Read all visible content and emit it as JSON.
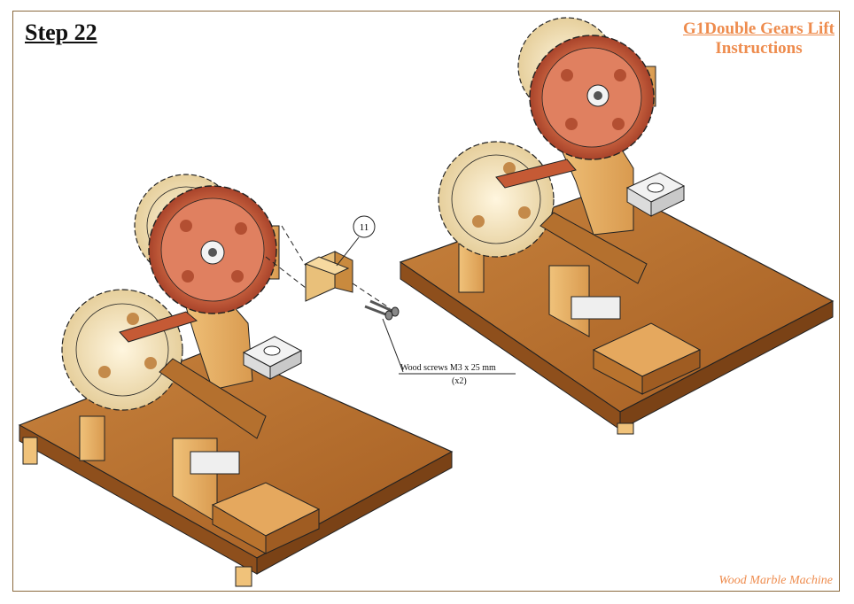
{
  "step": {
    "title": "Step 22"
  },
  "document": {
    "title_line1": "G1Double Gears Lift",
    "title_line2": "Instructions",
    "footer": "Wood Marble Machine"
  },
  "callout": {
    "number": "11",
    "part_label": "Wood screws M3 x 25 mm",
    "quantity": "(x2)"
  },
  "colors": {
    "border": "#8b6a3e",
    "accent": "#ee8c4e",
    "wood_dark": "#b06a2a",
    "wood_light": "#e9b56a",
    "gear_red": "#c8553a",
    "gear_pale": "#f1e3bf"
  },
  "icons": [
    "left-assembly-illustration",
    "right-assembly-illustration",
    "wood-block-part",
    "screw-icon"
  ]
}
